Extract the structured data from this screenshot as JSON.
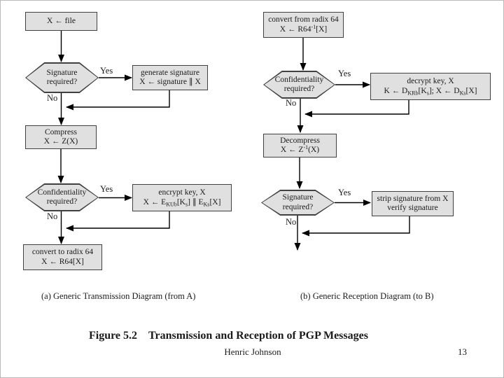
{
  "slide": {
    "figure_caption": "Figure 5.2 Transmission and Reception of PGP Messages",
    "footer_author": "Henric Johnson",
    "footer_page": "13"
  },
  "labels": {
    "yes": "Yes",
    "no": "No"
  },
  "colors": {
    "node_fill": "#e0e0e0",
    "node_border": "#404040",
    "line": "#000000",
    "background": "#ffffff"
  },
  "diagram_a": {
    "caption": "(a) Generic Transmission Diagram (from A)",
    "nodes": {
      "input_file": {
        "lines": [
          [
            {
              "t": "X ← file"
            }
          ]
        ]
      },
      "signature_required": {
        "lines": [
          [
            {
              "t": "Signature"
            }
          ],
          [
            {
              "t": "required?"
            }
          ]
        ]
      },
      "generate_signature": {
        "lines": [
          [
            {
              "t": "generate signature"
            }
          ],
          [
            {
              "t": "X ← signature ∥ X"
            }
          ]
        ]
      },
      "compress": {
        "lines": [
          [
            {
              "t": "Compress"
            }
          ],
          [
            {
              "t": "X ← Z(X)"
            }
          ]
        ]
      },
      "confidentiality_required": {
        "lines": [
          [
            {
              "t": "Confidentiality"
            }
          ],
          [
            {
              "t": "required?"
            }
          ]
        ]
      },
      "encrypt_key": {
        "lines": [
          [
            {
              "t": "encrypt key, X"
            }
          ],
          [
            {
              "t": "X ← E"
            },
            {
              "t": "KUb",
              "sub": true
            },
            {
              "t": "[K"
            },
            {
              "t": "s",
              "sub": true
            },
            {
              "t": "] ∥ E"
            },
            {
              "t": "Ks",
              "sub": true
            },
            {
              "t": "[X]"
            }
          ]
        ]
      },
      "convert_to_radix64": {
        "lines": [
          [
            {
              "t": "convert to radix 64"
            }
          ],
          [
            {
              "t": "X ← R64[X]"
            }
          ]
        ]
      }
    }
  },
  "diagram_b": {
    "caption": "(b) Generic Reception Diagram (to B)",
    "nodes": {
      "convert_from_radix64": {
        "lines": [
          [
            {
              "t": "convert from radix 64"
            }
          ],
          [
            {
              "t": "X ← R64"
            },
            {
              "t": "-1",
              "sup": true
            },
            {
              "t": "[X]"
            }
          ]
        ]
      },
      "confidentiality_required": {
        "lines": [
          [
            {
              "t": "Confidentiality"
            }
          ],
          [
            {
              "t": "required?"
            }
          ]
        ]
      },
      "decrypt_key": {
        "lines": [
          [
            {
              "t": "decrypt key, X"
            }
          ],
          [
            {
              "t": "K ← D"
            },
            {
              "t": "KRb",
              "sub": true
            },
            {
              "t": "[K"
            },
            {
              "t": "s",
              "sub": true
            },
            {
              "t": "]; X ← D"
            },
            {
              "t": "Ks",
              "sub": true
            },
            {
              "t": "[X]"
            }
          ]
        ]
      },
      "decompress": {
        "lines": [
          [
            {
              "t": "Decompress"
            }
          ],
          [
            {
              "t": "X ← Z"
            },
            {
              "t": "-1",
              "sup": true
            },
            {
              "t": "(X)"
            }
          ]
        ]
      },
      "signature_required": {
        "lines": [
          [
            {
              "t": "Signature"
            }
          ],
          [
            {
              "t": "required?"
            }
          ]
        ]
      },
      "strip_signature": {
        "lines": [
          [
            {
              "t": "strip signature from X"
            }
          ],
          [
            {
              "t": "verify signature"
            }
          ]
        ]
      }
    }
  }
}
